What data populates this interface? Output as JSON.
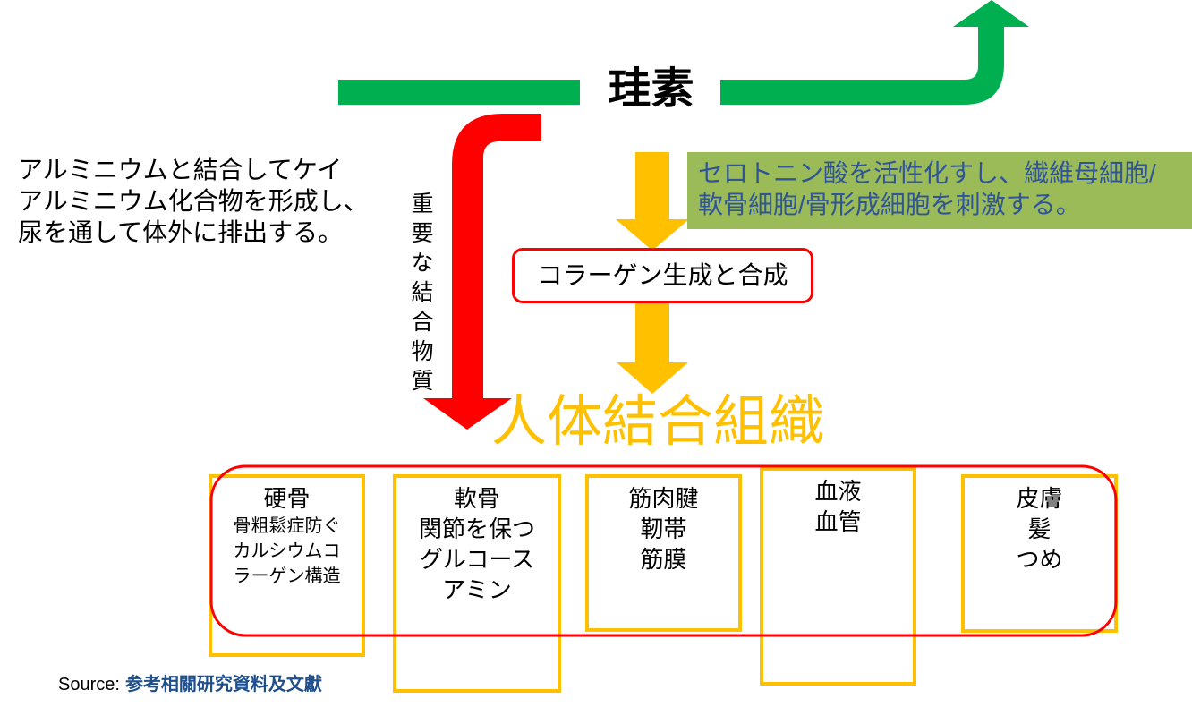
{
  "title": "珪素",
  "left_note": {
    "lines": [
      "アルミニウムと結合してケイ",
      "アルミニウム化合物を形成し、",
      "尿を通して体外に排出する。"
    ]
  },
  "vertical_label": "重要な結合物質",
  "effect_note": {
    "lines": [
      "セロトニン酸を活性化すし、繊維母細胞/",
      "軟骨細胞/骨形成細胞を刺激する。"
    ]
  },
  "process_box": "コラーゲン生成と合成",
  "main_label": "人体結合組織",
  "tissues": [
    {
      "title": "硬骨",
      "lines": [
        "骨粗鬆症防ぐ",
        "カルシウムコ",
        "ラーゲン構造"
      ]
    },
    {
      "title": "軟骨",
      "lines": [
        "関節を保つ",
        "グルコース",
        "アミン"
      ]
    },
    {
      "title": "筋肉腱",
      "lines": [
        "靭帯",
        "筋膜"
      ]
    },
    {
      "title": "血液",
      "lines": [
        "血管"
      ]
    },
    {
      "title": "皮膚",
      "lines": [
        "髪",
        "つめ"
      ]
    }
  ],
  "source": {
    "label": "Source:",
    "text": "参考相關研究資料及文獻"
  },
  "colors": {
    "green": "#00B050",
    "red": "#FF0000",
    "gold": "#FFC000",
    "olive": "#9BBB59",
    "effect_text": "#2F5597",
    "source_blue": "#1F4E8C"
  }
}
